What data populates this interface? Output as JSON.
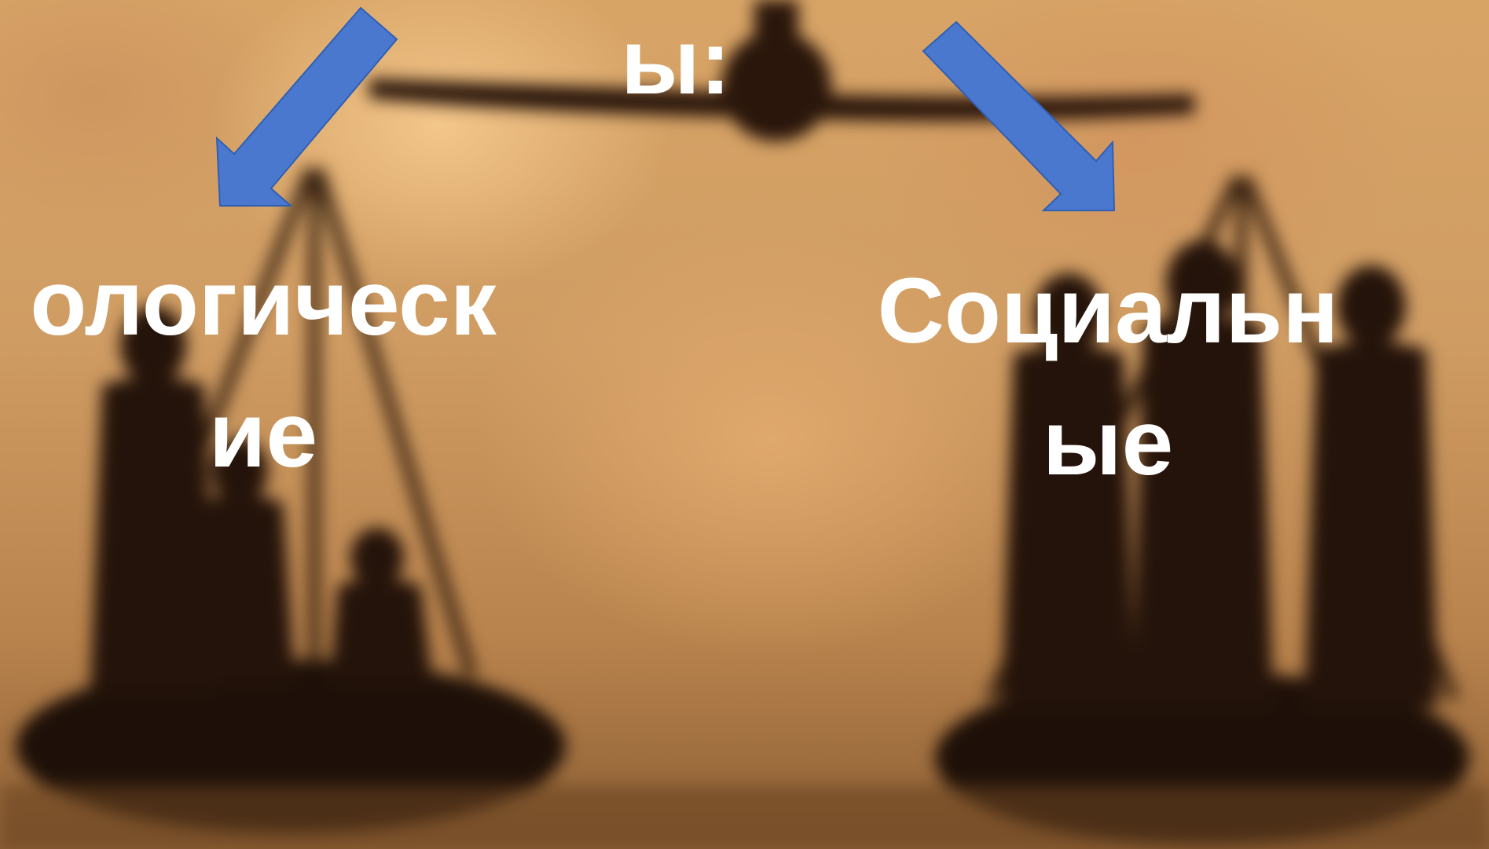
{
  "slide": {
    "top_heading_line": "ы:",
    "left_label": [
      "ологическ",
      "ие"
    ],
    "right_label": [
      "Социальн",
      "ые"
    ]
  },
  "colors": {
    "arrow_fill": "#4a78cf",
    "arrow_stroke": "#2f5fb3",
    "text": "#ffffff",
    "silhouette": "#2a160b"
  },
  "icons": {
    "left_arrow": "arrow-down-left-icon",
    "right_arrow": "arrow-down-right-icon",
    "background": "scales-with-people-silhouette"
  }
}
